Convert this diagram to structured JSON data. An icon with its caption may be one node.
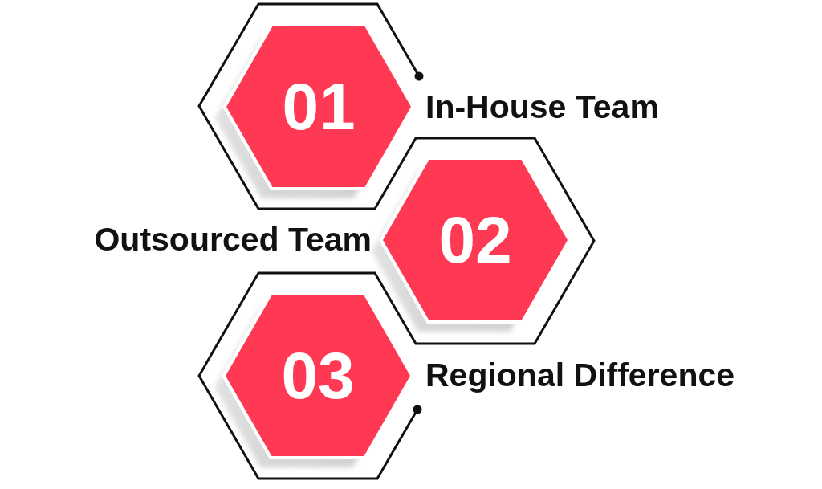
{
  "diagram": {
    "nodes": [
      {
        "text": [
          "01"
        ],
        "beside": [
          "In-House Team"
        ]
      },
      {
        "text": [
          "02"
        ],
        "beside": [
          "Outsourced Team"
        ]
      },
      {
        "text": [
          "03"
        ],
        "beside": [
          "Regional Difference"
        ]
      }
    ]
  }
}
